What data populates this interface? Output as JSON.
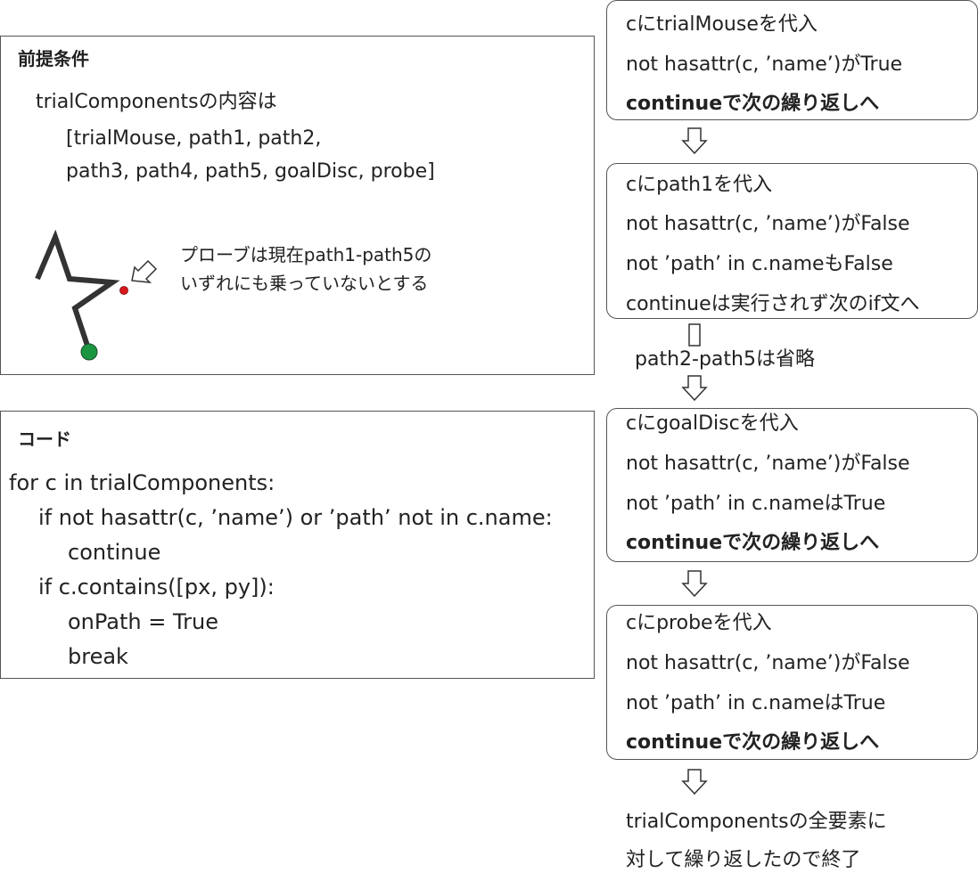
{
  "premise": {
    "heading": "前提条件",
    "line1": "trialComponentsの内容は",
    "line2": "[trialMouse, path1, path2,",
    "line3": "path3, path4, path5, goalDisc, probe]",
    "note1": "プローブは現在path1-path5の",
    "note2": "いずれにも乗っていないとする"
  },
  "code": {
    "heading": "コード",
    "lines": [
      "for c in trialComponents:",
      "if not hasattr(c, ’name’) or ’path’ not in c.name:",
      "continue",
      "if c.contains([px, py]):",
      "onPath = True",
      "break"
    ]
  },
  "flow": {
    "box1": [
      "cにtrialMouseを代入",
      "not hasattr(c, ’name’)がTrue",
      "continueで次の繰り返しへ"
    ],
    "box2": [
      "cにpath1を代入",
      "not hasattr(c, ’name’)がFalse",
      "not ’path’ in c.nameもFalse",
      "continueは実行されず次のif文へ"
    ],
    "skip_label": "path2-path5は省略",
    "box3": [
      "cにgoalDiscを代入",
      "not hasattr(c, ’name’)がFalse",
      "not ’path’ in c.nameはTrue",
      "continueで次の繰り返しへ"
    ],
    "box4": [
      "cにprobeを代入",
      "not hasattr(c, ’name’)がFalse",
      "not ’path’ in c.nameはTrue",
      "continueで次の繰り返しへ"
    ],
    "end1": "trialComponentsの全要素に",
    "end2": "対して繰り返したので終了"
  },
  "colors": {
    "path_line": "#333333",
    "goal_disc": "#1a9641",
    "probe_dot": "#d7191c",
    "border": "#555555"
  }
}
